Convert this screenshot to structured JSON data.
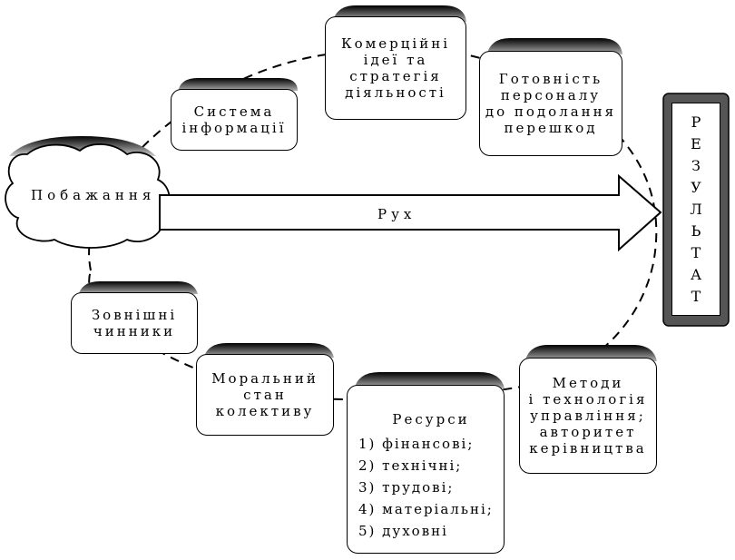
{
  "wish": "Побажання",
  "movement": "Рух",
  "result": [
    "Р",
    "Е",
    "З",
    "У",
    "Л",
    "Ь",
    "Т",
    "А",
    "Т"
  ],
  "nodes": {
    "information_system": [
      "Система",
      "інформації"
    ],
    "commercial_ideas": [
      "Комерційні",
      "ідеї та",
      "стратегія",
      "діяльності"
    ],
    "staff_readiness": [
      "Готовність",
      "персоналу",
      "до подолання",
      "перешкод"
    ],
    "external_factors": [
      "Зовнішні",
      "чинники"
    ],
    "moral_state": [
      "Моральний",
      "стан",
      "колективу"
    ],
    "resources": {
      "title": "Ресурси",
      "items": [
        "1) фінансові;",
        "2) технічні;",
        "3) трудові;",
        "4) матеріальні;",
        "5) духовні"
      ]
    },
    "methods": [
      "Методи",
      "і технологія",
      "управління;",
      "авторитет",
      "керівництва"
    ]
  },
  "colors": {
    "stroke": "#000000",
    "fill": "#ffffff",
    "result_frame": "#555555"
  }
}
